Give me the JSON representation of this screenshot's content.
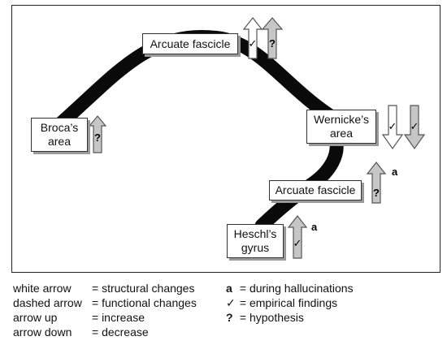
{
  "nodes": {
    "arcuate_top": "Arcuate fascicle",
    "broca": [
      "Broca’s",
      "area"
    ],
    "wernicke": [
      "Wernicke’s",
      "area"
    ],
    "arcuate_lower": "Arcuate fascicle",
    "heschl": [
      "Heschl’s",
      "gyrus"
    ]
  },
  "marks": {
    "check": "✓",
    "question": "?",
    "a": "a"
  },
  "legend": {
    "left": [
      {
        "key": "white arrow",
        "value": "= structural changes"
      },
      {
        "key": "dashed arrow",
        "value": "= functional changes"
      },
      {
        "key": "arrow up",
        "value": "= increase"
      },
      {
        "key": "arrow down",
        "value": "= decrease"
      }
    ],
    "right": [
      {
        "key": "a",
        "value": " = during hallucinations"
      },
      {
        "key": "✓",
        "value": " = empirical findings"
      },
      {
        "key": "?",
        "value": " = hypothesis"
      }
    ]
  },
  "colors": {
    "pathway": "#0a0a0a",
    "white_arrow": "#ffffff",
    "shaded_arrow": "#c6c6c6",
    "outline": "#555555"
  }
}
